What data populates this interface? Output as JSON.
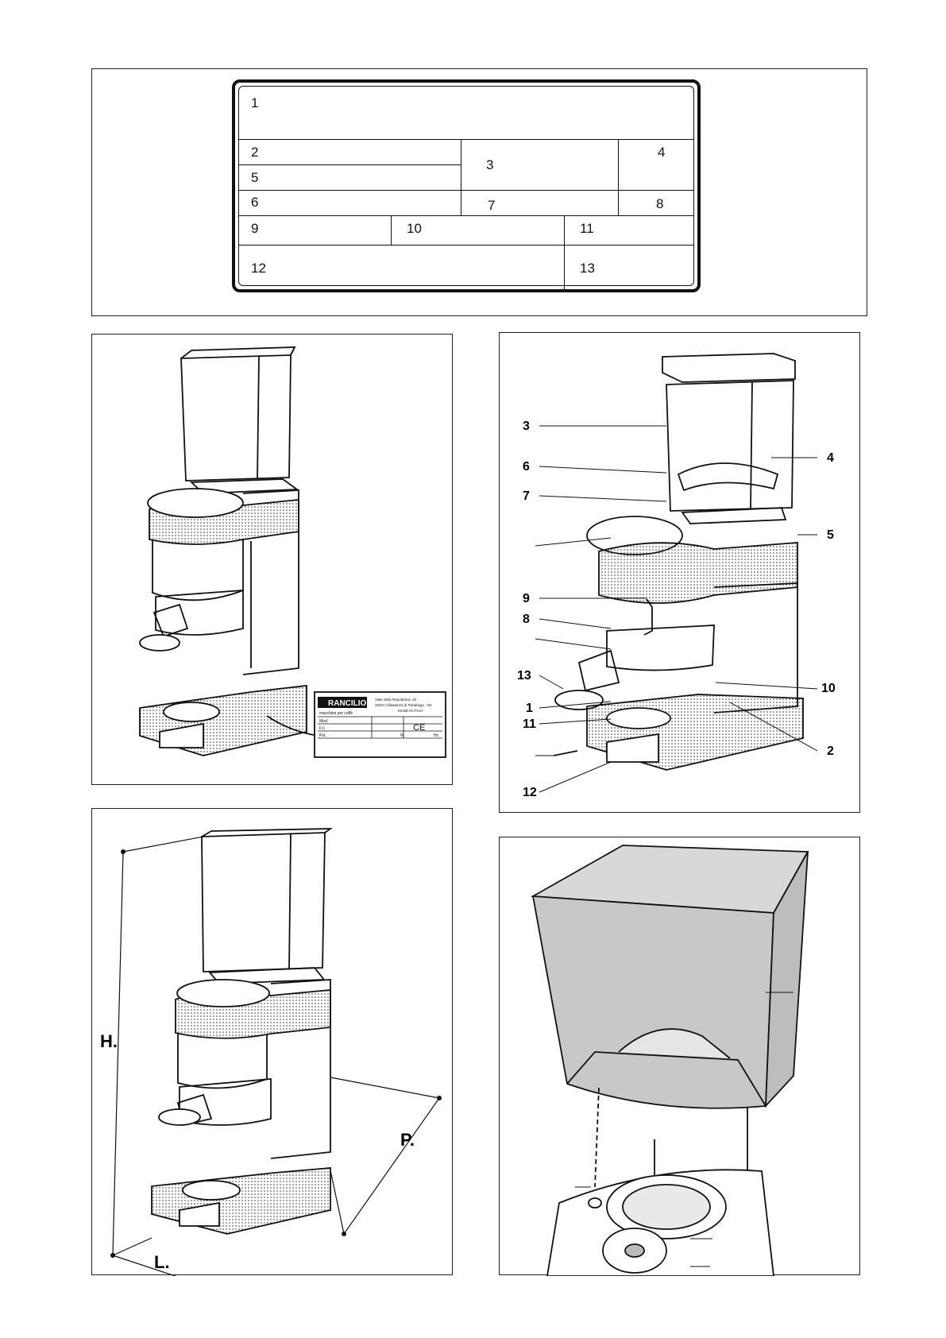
{
  "rating_plate": {
    "fields": [
      "1",
      "2",
      "3",
      "4",
      "5",
      "6",
      "7",
      "8",
      "9",
      "10",
      "11",
      "12",
      "13"
    ]
  },
  "figure_label_plate": {
    "brand": "RANCILIO",
    "tagline": "macchine per caffè",
    "address_1": "Viale della Repubblica, 40",
    "address_2": "20010 Villastanza di Parabiago - MI",
    "address_3": "MADE IN ITALY",
    "row_labels": [
      "Mod.",
      "F.n",
      "Pot."
    ],
    "ce_mark": "CE",
    "unit_w": "W",
    "unit_hz": "Hz"
  },
  "parts_callouts": {
    "left": [
      "3",
      "6",
      "7",
      "9",
      "8",
      "13",
      "1",
      "11",
      "12"
    ],
    "right": [
      "4",
      "5",
      "10",
      "2"
    ]
  },
  "dimensions": {
    "height": "H.",
    "length": "L.",
    "depth": "P."
  }
}
